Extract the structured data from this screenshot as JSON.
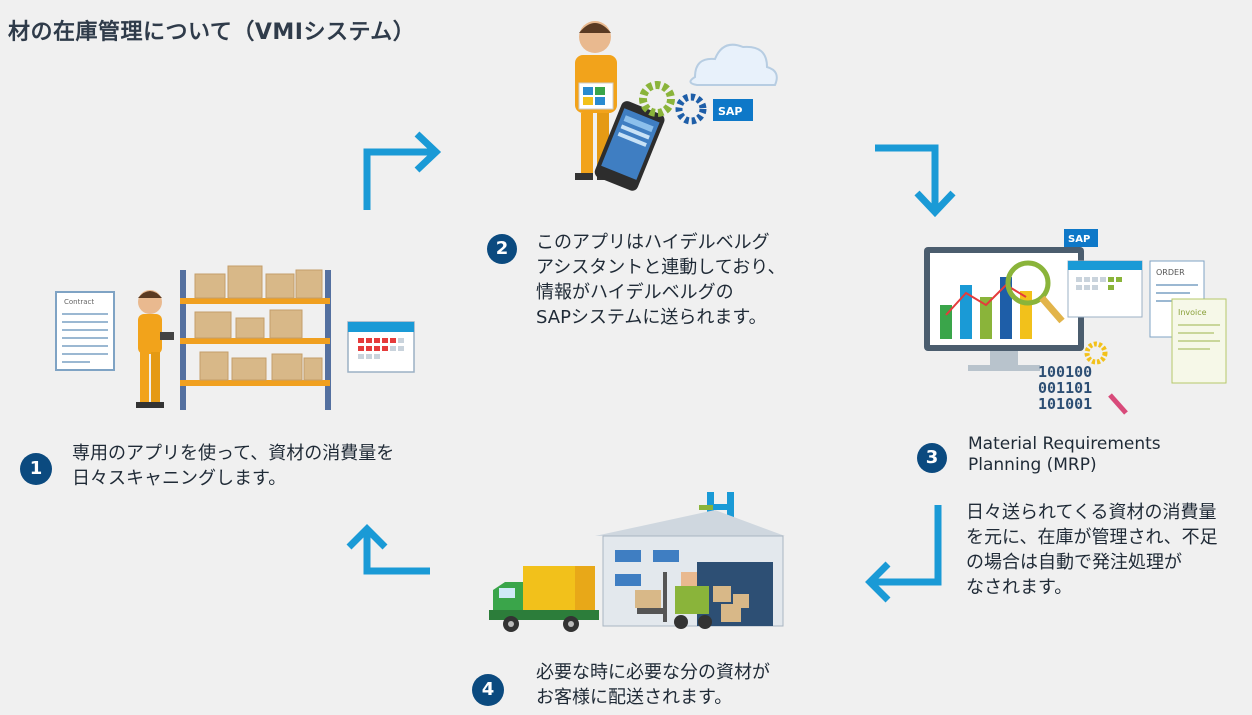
{
  "title": "材の在庫管理について（VMIシステム）",
  "steps": [
    {
      "number": "1",
      "lines": [
        "専用のアプリを使って、資材の消費量を",
        "日々スキャニングします。"
      ]
    },
    {
      "number": "2",
      "lines": [
        "このアプリはハイデルベルグ",
        "アシスタントと連動しており、",
        "情報がハイデルベルグの",
        "SAPシステムに送られます。"
      ]
    },
    {
      "number": "3",
      "heading_lines": [
        "Material Requirements",
        "Planning (MRP)"
      ],
      "lines": [
        "日々送られてくる資材の消費量",
        "を元に、在庫が管理され、不足",
        "の場合は自動で発注処理が",
        "なされます。"
      ]
    },
    {
      "number": "4",
      "lines": [
        "必要な時に必要な分の資材が",
        "お客様に配送されます。"
      ]
    }
  ],
  "illustration_labels": {
    "contract": "Contract",
    "sap": "SAP",
    "order": "ORDER",
    "invoice": "Invoice",
    "binary": [
      "100100",
      "001101",
      "101001"
    ]
  },
  "colors": {
    "arrow": "#1a9ad6",
    "badge": "#0b4a7f",
    "worker": "#f2a31b",
    "shelf": "#5470a0",
    "box": "#d8b888"
  }
}
